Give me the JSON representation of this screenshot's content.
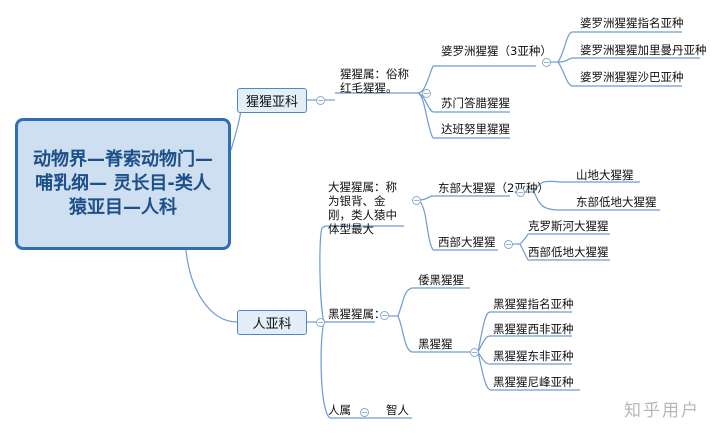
{
  "root": {
    "label": "动物界—脊索动物门—哺乳纲— 灵长目-类人猿亚目—人科"
  },
  "branches": {
    "ponginae": {
      "label": "猩猩亚科",
      "genus": "猩猩属：俗称红毛猩猩。",
      "borneo": "婆罗洲猩猩（3亚种）",
      "borneo_sub": [
        "婆罗洲猩猩指名亚种",
        "婆罗洲猩猩加里曼丹亚种",
        "婆罗洲猩猩沙巴亚种"
      ],
      "sumatra": "苏门答腊猩猩",
      "tapanuli": "达班努里猩猩"
    },
    "homininae": {
      "label": "人亚科",
      "gorilla_genus": "大猩猩属：称为银背、金刚，类人猿中体型最大",
      "eastern": "东部大猩猩（2亚种）",
      "eastern_sub": [
        "山地大猩猩",
        "东部低地大猩猩"
      ],
      "western": "西部大猩猩",
      "western_sub": [
        "克罗斯河大猩猩",
        "西部低地大猩猩"
      ],
      "pan_genus": "黑猩猩属：",
      "bonobo": "倭黑猩猩",
      "chimp": "黑猩猩",
      "chimp_sub": [
        "黑猩猩指名亚种",
        "黑猩猩西非亚种",
        "黑猩猩东非亚种",
        "黑猩猩尼峰亚种"
      ],
      "homo_genus": "人属",
      "sapiens": "智人"
    }
  },
  "watermark": "知乎用户",
  "colors": {
    "line": "#6d9bd1",
    "root_fill": "#cfdff2",
    "root_border": "#2f6fb6",
    "root_text": "#1d4f88"
  }
}
